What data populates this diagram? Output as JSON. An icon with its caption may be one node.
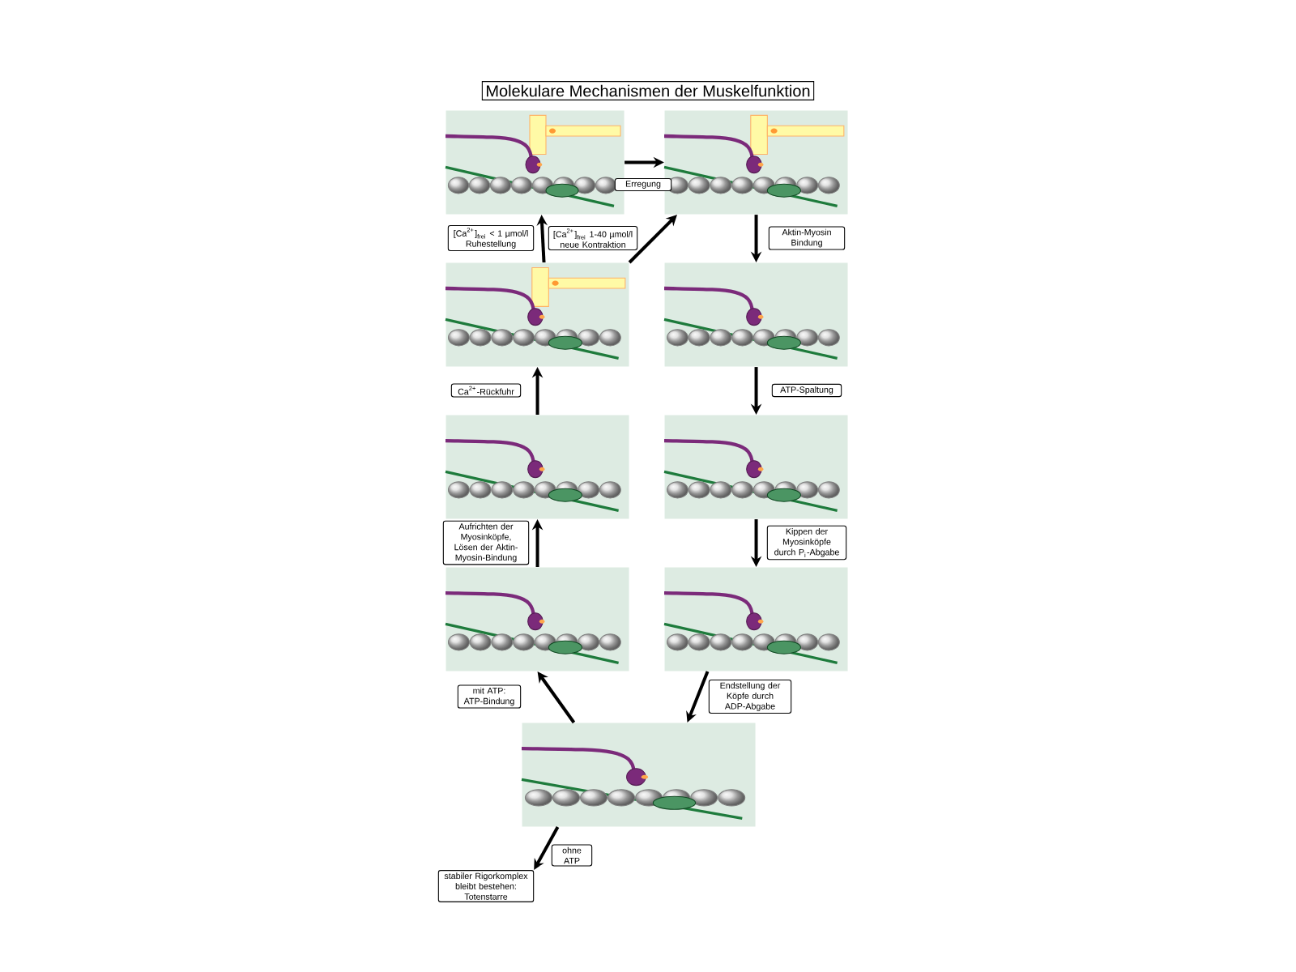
{
  "diagram": {
    "title": "Molekulare Mechanismen der Muskelfunktion",
    "nodes": [
      {
        "text": [],
        "shape": "picture"
      },
      {
        "text": [],
        "shape": "picture"
      },
      {
        "text": [],
        "shape": "picture"
      },
      {
        "text": [],
        "shape": "picture"
      },
      {
        "text": [],
        "shape": "picture"
      },
      {
        "text": [],
        "shape": "picture"
      },
      {
        "text": [],
        "shape": "picture"
      },
      {
        "text": [],
        "shape": "picture"
      },
      {
        "text": [],
        "shape": "picture"
      },
      {
        "text": [
          "stabiler Rigorkomplex bleibt bestehen: Totenstarre"
        ]
      }
    ],
    "edges": [
      {
        "from": 0,
        "to": 1,
        "arrow": "to",
        "label": "Erregung"
      },
      {
        "from": 2,
        "to": 0,
        "arrow": "to",
        "label": "[Ca$^{2+}$]$_{frei}$ < 1 µmol/l Ruhestellung"
      },
      {
        "from": 2,
        "to": 1,
        "arrow": "to",
        "label": "[Ca$^{2+}$]$_{frei}$ 1-40 µmol/l neue Kontraktion"
      },
      {
        "from": 1,
        "to": 3,
        "arrow": "to",
        "label": "Aktin-Myosin Bindung"
      },
      {
        "from": 3,
        "to": 5,
        "arrow": "to",
        "label": "ATP-Spaltung"
      },
      {
        "from": 5,
        "to": 7,
        "arrow": "to",
        "label": "Kippen der Myosinköpfe durch P$_{i}$-Abgabe"
      },
      {
        "from": 7,
        "to": 8,
        "arrow": "to",
        "label": "Endstellung der Köpfe durch ADP-Abgabe"
      },
      {
        "from": 8,
        "to": 6,
        "arrow": "to",
        "label": "mit ATP: ATP-Bindung"
      },
      {
        "from": 6,
        "to": 4,
        "arrow": "to",
        "label": "Aufrichten der Myosinköpfe, Lösen der Aktin-Myosin-Bindung"
      },
      {
        "from": 4,
        "to": 2,
        "arrow": "to",
        "label": "Ca$^{2+}$-Rückfuhr"
      },
      {
        "from": 8,
        "to": 9,
        "arrow": "to",
        "label": "ohne ATP"
      }
    ]
  }
}
